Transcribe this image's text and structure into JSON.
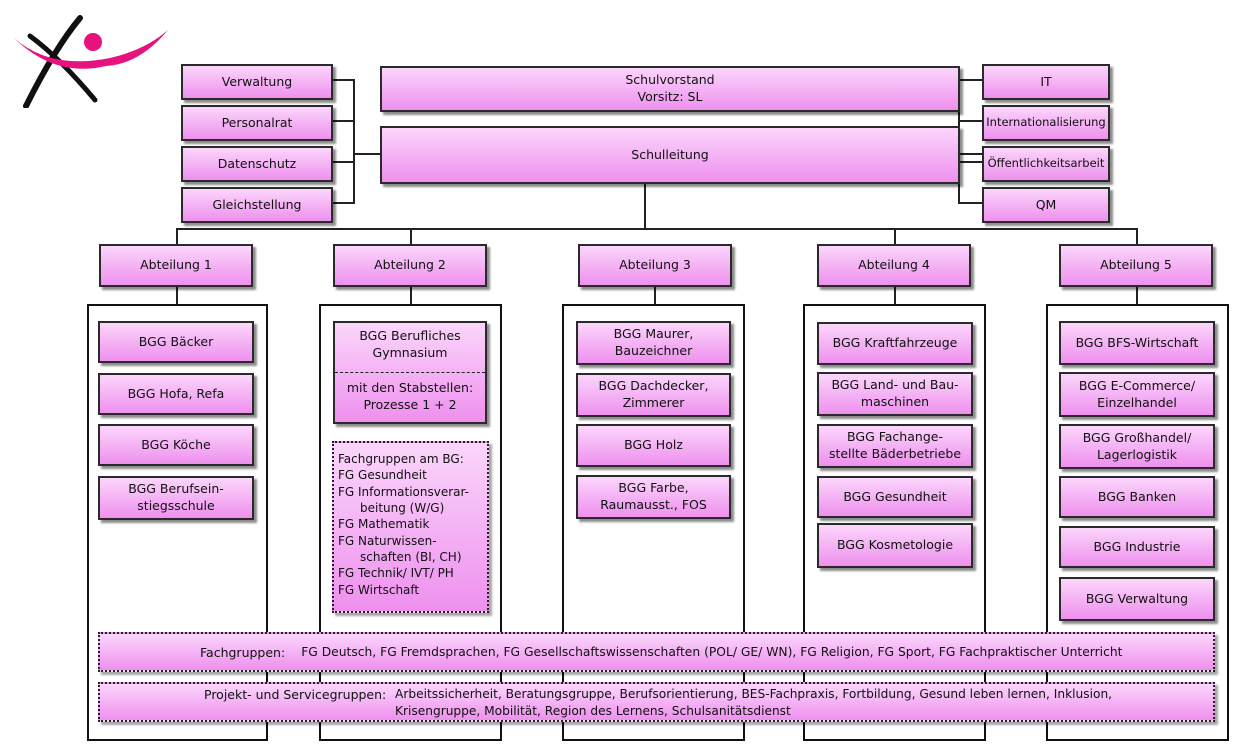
{
  "logo": {
    "name": "school-logo",
    "colors": {
      "figure": "#111111",
      "accent": "#e6137f"
    }
  },
  "top": {
    "schulvorstand": [
      "Schulvorstand",
      "Vorsitz: SL"
    ],
    "schulleitung": "Schulleitung",
    "left": [
      "Verwaltung",
      "Personalrat",
      "Datenschutz",
      "Gleichstellung"
    ],
    "right": [
      "IT",
      "Internationalisierung",
      "Öffentlichkeitsarbeit",
      "QM"
    ]
  },
  "departments": [
    {
      "label": "Abteilung 1",
      "items": [
        [
          "BGG Bäcker"
        ],
        [
          "BGG Hofa, Refa"
        ],
        [
          "BGG Köche"
        ],
        [
          "BGG Berufsein-",
          "stiegsschule"
        ]
      ]
    },
    {
      "label": "Abteilung 2",
      "bg_top": [
        "BGG Berufliches",
        "Gymnasium"
      ],
      "bg_bottom": [
        "mit den Stabstellen:",
        "Prozesse 1 + 2"
      ],
      "fg_lines": [
        "Fachgruppen am BG:",
        "FG Gesundheit",
        "FG Informationsverar-",
        "beitung (W/G)",
        "FG Mathematik",
        "FG Naturwissen-",
        "schaften (BI, CH)",
        "FG Technik/ IVT/ PH",
        "FG Wirtschaft"
      ]
    },
    {
      "label": "Abteilung 3",
      "items": [
        [
          "BGG Maurer,",
          "Bauzeichner"
        ],
        [
          "BGG Dachdecker,",
          "Zimmerer"
        ],
        [
          "BGG Holz"
        ],
        [
          "BGG Farbe,",
          "Raumausst., FOS"
        ]
      ]
    },
    {
      "label": "Abteilung 4",
      "items": [
        [
          "BGG Kraftfahrzeuge"
        ],
        [
          "BGG Land- und Bau-",
          "maschinen"
        ],
        [
          "BGG Fachange-",
          "stellte Bäderbetriebe"
        ],
        [
          "BGG Gesundheit"
        ],
        [
          "BGG Kosmetologie"
        ]
      ]
    },
    {
      "label": "Abteilung 5",
      "items": [
        [
          "BGG BFS-Wirtschaft"
        ],
        [
          "BGG E-Commerce/",
          "Einzelhandel"
        ],
        [
          "BGG Großhandel/",
          "Lagerlogistik"
        ],
        [
          "BGG Banken"
        ],
        [
          "BGG Industrie"
        ],
        [
          "BGG Verwaltung"
        ]
      ]
    }
  ],
  "bottom": {
    "fachgruppen_label": "Fachgruppen:",
    "fachgruppen_text": "FG Deutsch, FG Fremdsprachen, FG Gesellschaftswissenschaften (POL/ GE/ WN), FG Religion, FG Sport, FG Fachpraktischer Unterricht",
    "projekt_label": "Projekt- und Servicegruppen:",
    "projekt_lines": [
      "Arbeitssicherheit, Beratungsgruppe, Berufsorientierung, BES-Fachpraxis, Fortbildung, Gesund leben lernen, Inklusion,",
      "Krisengruppe, Mobilität, Region des Lernens, Schulsanitätsdienst"
    ]
  }
}
